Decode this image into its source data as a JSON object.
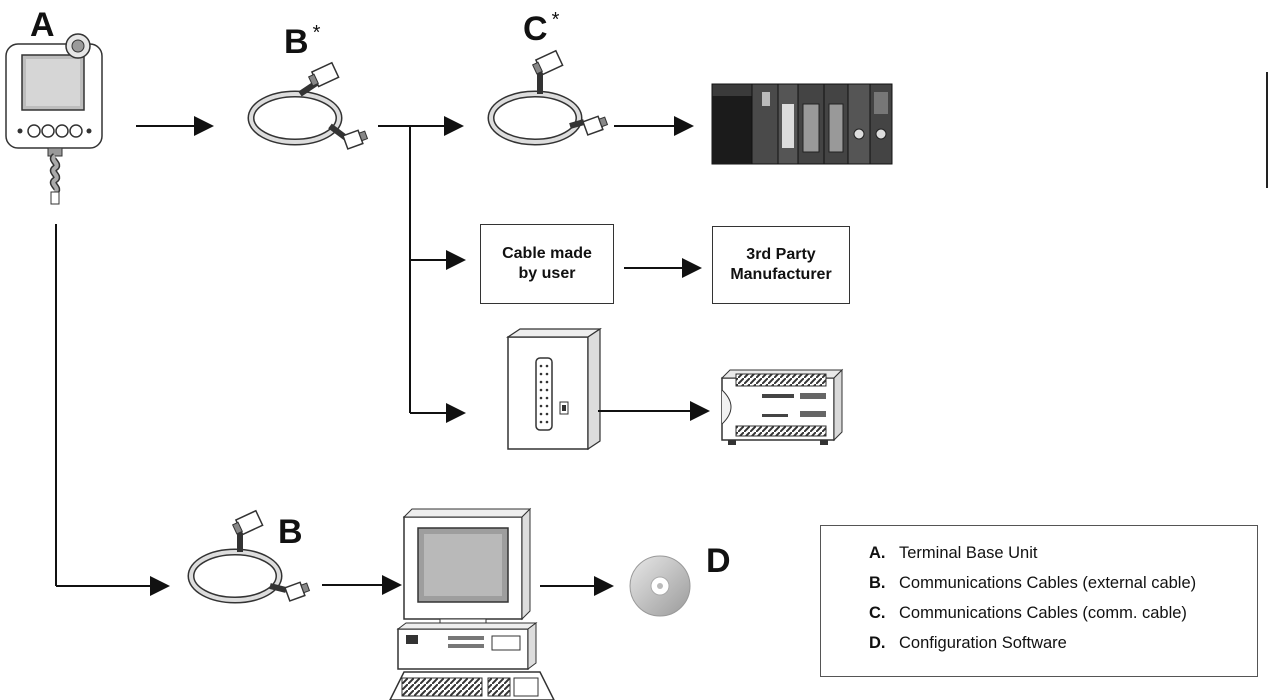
{
  "labels": {
    "a": "A",
    "b_top": "B",
    "c_top": "C",
    "b_bottom": "B",
    "d": "D",
    "asterisk": "*"
  },
  "boxes": {
    "user_cable_line1": "Cable made",
    "user_cable_line2": "by user",
    "third_party_line1": "3rd Party",
    "third_party_line2": "Manufacturer"
  },
  "legend": {
    "items": [
      {
        "key": "A.",
        "text": "Terminal Base Unit"
      },
      {
        "key": "B.",
        "text": "Communications Cables (external cable)"
      },
      {
        "key": "C.",
        "text": "Communications Cables (comm. cable)"
      },
      {
        "key": "D.",
        "text": "Configuration Software"
      }
    ]
  }
}
